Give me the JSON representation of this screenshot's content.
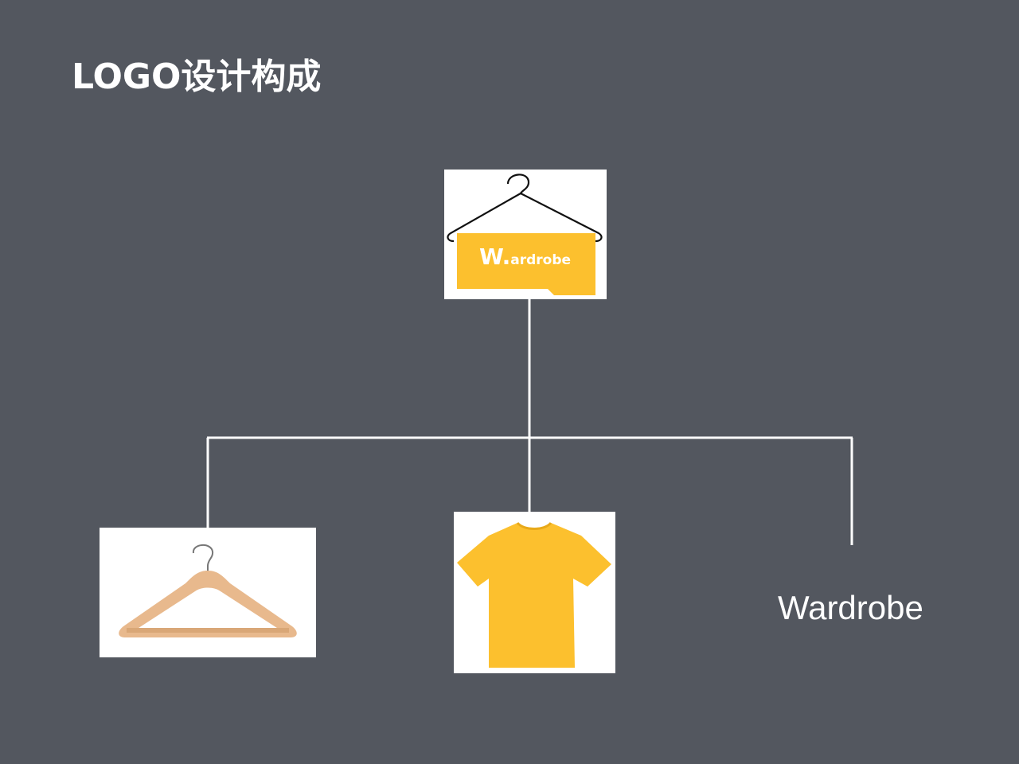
{
  "title": "LOGO设计构成",
  "logo": {
    "wordmark_letter": "W.",
    "wordmark_rest": "ardrobe"
  },
  "components": {
    "word_label": "Wardrobe"
  },
  "colors": {
    "background": "#53575f",
    "brand_yellow": "#fcc02e",
    "connector": "#ffffff",
    "hanger_wood": "#e8b98d"
  }
}
